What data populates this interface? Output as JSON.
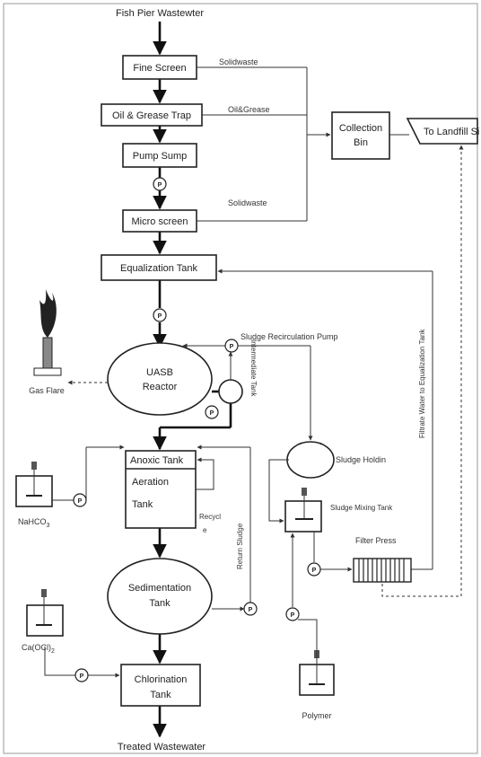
{
  "title": "Fish Pier Wastewter",
  "process_units": {
    "fine_screen": "Fine Screen",
    "oil_grease_trap": "Oil & Grease Trap",
    "pump_sump": "Pump Sump",
    "micro_screen": "Micro screen",
    "equalization_tank": "Equalization Tank",
    "uasb_line1": "UASB",
    "uasb_line2": "Reactor",
    "anoxic_tank": "Anoxic Tank",
    "aeration_line1": "Aeration",
    "aeration_line2": "Tank",
    "sedimentation_line1": "Sedimentation",
    "sedimentation_line2": "Tank",
    "chlorination_line1": "Chlorination",
    "chlorination_line2": "Tank",
    "collection_line1": "Collection",
    "collection_line2": "Bin",
    "landfill": "To Landfill Si",
    "filter_press": "Filter Press",
    "sludge_holding": "Sludge Holdin",
    "sludge_mixing_tank": "Sludge Mixing Tank",
    "intermediate_tank": "Intermediate Tank"
  },
  "stream_labels": {
    "solidwaste_1": "Solidwaste",
    "oil_grease": "Oil&Grease",
    "solidwaste_2": "Solidwaste",
    "sludge_recirculation_pump": "Sludge Recirculation Pump",
    "return_sludge": "Return Sludge",
    "filtrate_water": "Filtrate Water to Equalization Tank",
    "recycle": "Recycl",
    "recycle_e": "e",
    "treated_wastewater": "Treated Wastewater"
  },
  "chemicals": {
    "nahco3_main": "NaHCO",
    "nahco3_sub": "3",
    "caocl_main": "Ca(OCl)",
    "caocl_sub": "2",
    "polymer": "Polymer",
    "gas_flare": "Gas Flare"
  },
  "pump_symbol": "P"
}
